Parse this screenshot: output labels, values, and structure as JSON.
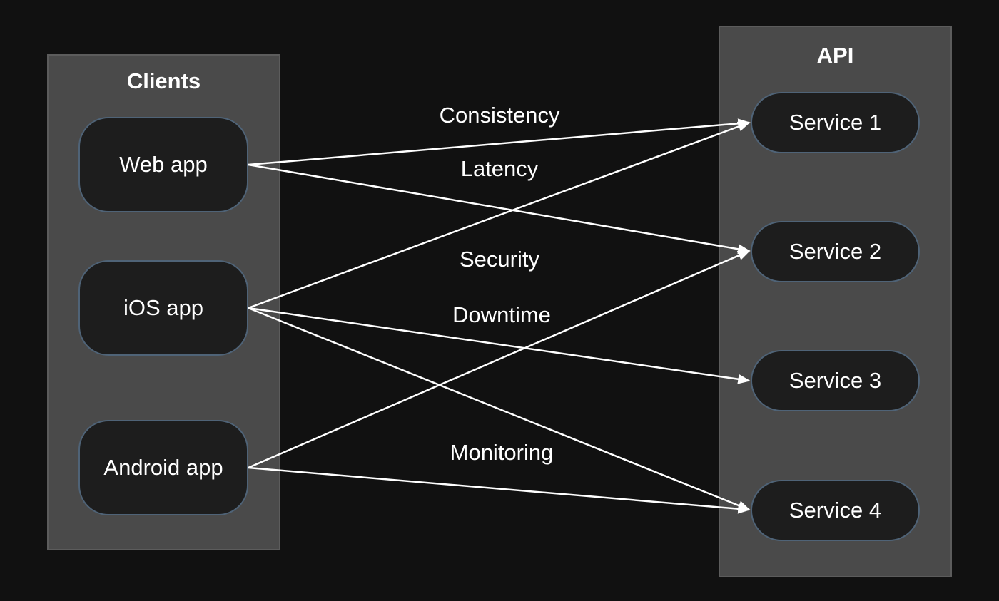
{
  "clients": {
    "title": "Clients",
    "nodes": [
      "Web app",
      "iOS app",
      "Android app"
    ]
  },
  "api": {
    "title": "API",
    "services": [
      "Service 1",
      "Service 2",
      "Service 3",
      "Service 4"
    ]
  },
  "edge_labels": [
    "Consistency",
    "Latency",
    "Security",
    "Downtime",
    "Monitoring"
  ],
  "colors": {
    "background": "#111111",
    "panel": "#4a4a4a",
    "node_fill": "#1d1d1d",
    "node_border": "#4f6377",
    "edge": "#ffffff"
  }
}
